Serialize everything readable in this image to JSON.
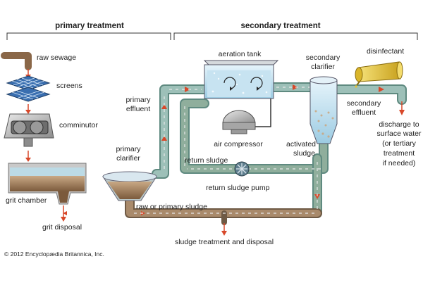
{
  "headers": {
    "primary": "primary treatment",
    "secondary": "secondary treatment"
  },
  "labels": {
    "raw_sewage": "raw sewage",
    "screens": "screens",
    "comminutor": "comminutor",
    "grit_chamber": "grit chamber",
    "grit_disposal": "grit disposal",
    "primary_clarifier": [
      "primary",
      "clarifier"
    ],
    "primary_effluent": [
      "primary",
      "effluent"
    ],
    "aeration_tank": "aeration tank",
    "air_compressor": "air compressor",
    "return_sludge": "return sludge",
    "return_sludge_pump": "return sludge pump",
    "raw_or_primary_sludge": "raw or primary sludge",
    "secondary_clarifier": [
      "secondary",
      "clarifier"
    ],
    "activated_sludge": [
      "activated",
      "sludge"
    ],
    "disinfectant": "disinfectant",
    "secondary_effluent": [
      "secondary",
      "effluent"
    ],
    "discharge": [
      "discharge to",
      "surface water",
      "(or tertiary",
      "treatment",
      "if needed)"
    ],
    "sludge_treatment": "sludge treatment and disposal"
  },
  "copyright": "© 2012 Encyclopædia Britannica, Inc.",
  "colors": {
    "pipe": "#8fb4ac",
    "pipe_edge": "#5f8a80",
    "pipe_dark": "#6f8f88",
    "arrow": "#d8482a",
    "water": "#bfe0ef",
    "sludge": "#8a6748",
    "grey_body": "#b8b8b8",
    "disinfectant": "#e4c234",
    "bracket": "#333333"
  }
}
